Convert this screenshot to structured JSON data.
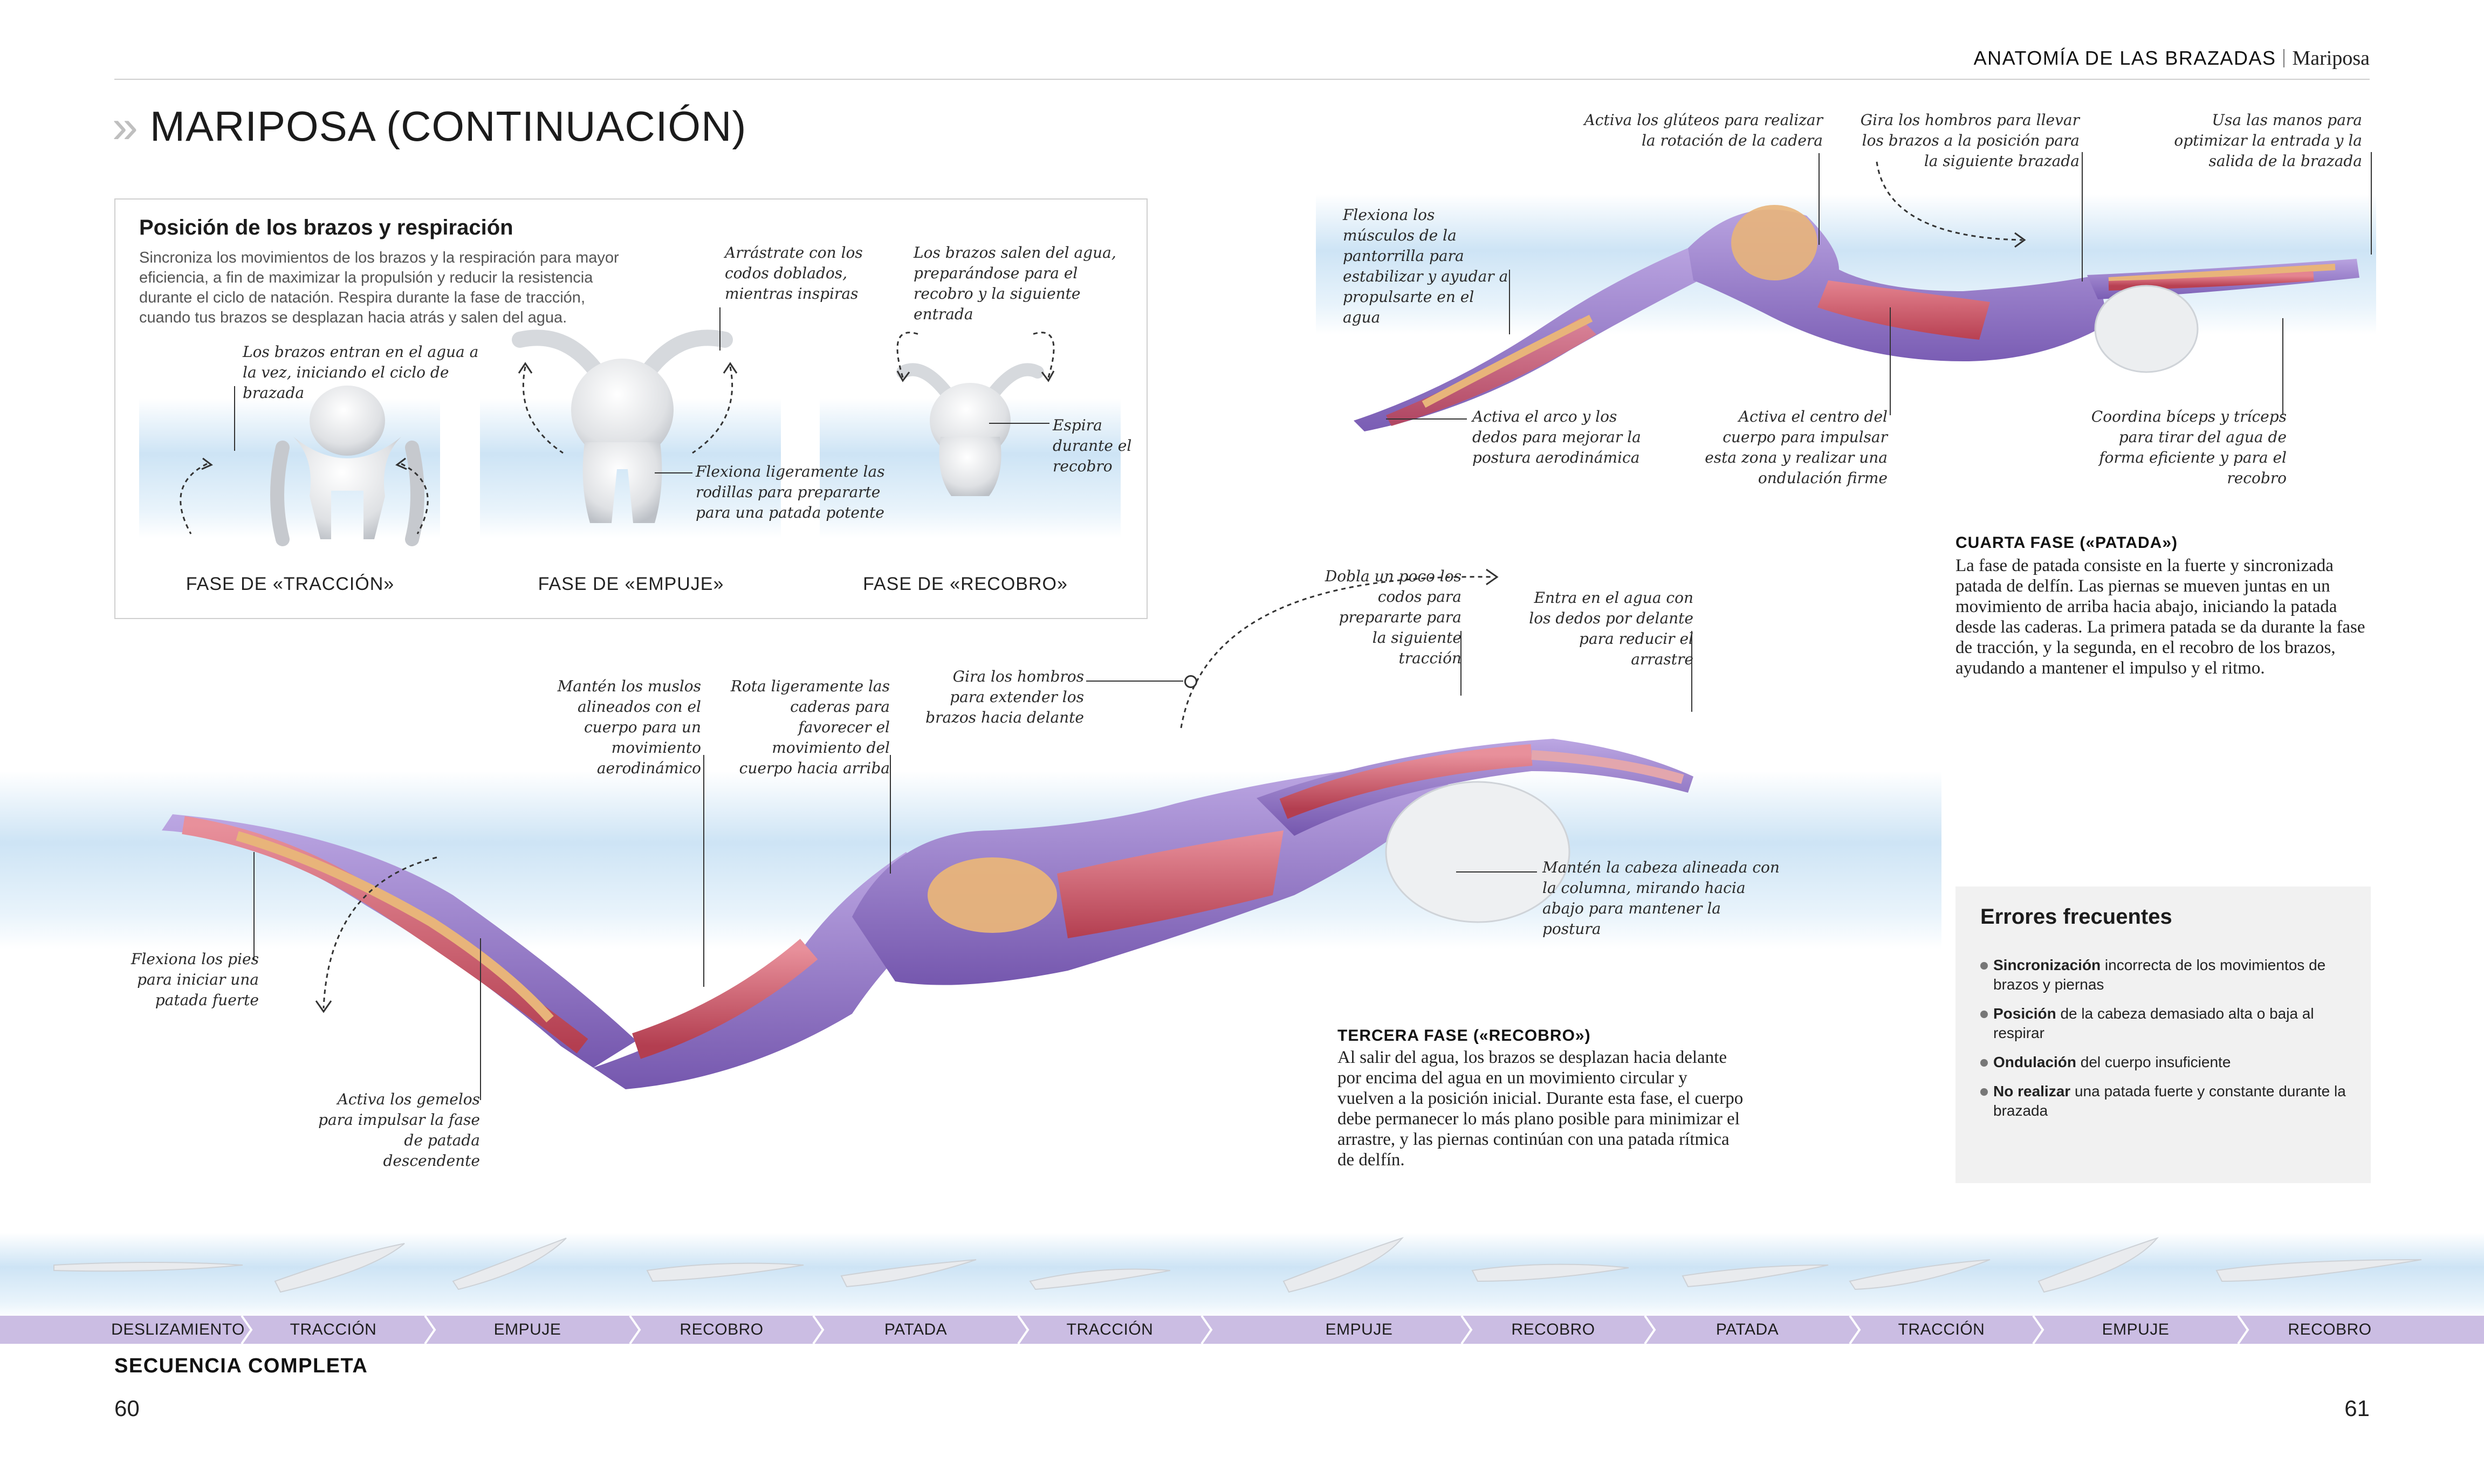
{
  "header": {
    "section": "ANATOMÍA DE LAS BRAZADAS",
    "subsection": "Mariposa"
  },
  "page_title": "MARIPOSA (CONTINUACIÓN)",
  "arms_box": {
    "title": "Posición de los brazos y respiración",
    "intro": "Sincroniza los movimientos de los brazos y la respiración para mayor eficiencia, a fin de maximizar la propulsión y reducir la resistencia durante el ciclo de natación. Respira durante la fase de tracción, cuando tus brazos se desplazan hacia atrás y salen del agua.",
    "phases": [
      "FASE DE «TRACCIÓN»",
      "FASE DE «EMPUJE»",
      "FASE DE «RECOBRO»"
    ],
    "notes": {
      "enter": "Los brazos entran en el agua a la vez, iniciando el ciclo de brazada",
      "drag": "Arrástrate con los codos doblados, mientras inspiras",
      "exit": "Los brazos salen del agua, preparándose para el recobro y la siguiente entrada",
      "knees": "Flexiona ligeramente las rodillas para prepararte para una patada potente",
      "exhale": "Espira durante el recobro"
    }
  },
  "top_swimmer": {
    "glutes": "Activa los glúteos para realizar la rotación de la cadera",
    "shoulders": "Gira los hombros para llevar los brazos a la posición para la siguiente brazada",
    "hands": "Usa las manos para optimizar la entrada y la salida de la brazada",
    "calf": "Flexiona los músculos de la pantorrilla para estabilizar y ayudar a propulsarte en el agua",
    "arch": "Activa el arco y los dedos para mejorar la postura aerodinámica",
    "core": "Activa el centro del cuerpo para impulsar esta zona y realizar una ondulación firme",
    "arms": "Coordina bíceps y tríceps para tirar del agua de forma eficiente y para el recobro"
  },
  "fourth_phase": {
    "title": "CUARTA FASE («PATADA»)",
    "body": "La fase de patada consiste en la fuerte y sincronizada patada de delfín. Las piernas se mueven juntas en un movimiento de arriba hacia abajo, iniciando la patada desde las caderas. La primera patada se da durante la fase de tracción, y la segunda, en el recobro de los brazos, ayudando a mantener el impulso y el ritmo."
  },
  "main_swimmer": {
    "elbows": "Dobla un poco los codos para prepararte para la siguiente tracción",
    "fingers": "Entra en el agua con los dedos por delante para reducir el arrastre",
    "shoulders": "Gira los hombros para extender los brazos hacia delante",
    "thighs": "Mantén los muslos alineados con el cuerpo para un movimiento aerodinámico",
    "hips": "Rota ligeramente las caderas para favorecer el movimiento del cuerpo hacia arriba",
    "head": "Mantén la cabeza alineada con la columna, mirando hacia abajo para mantener la postura",
    "feet": "Flexiona los pies para iniciar una patada fuerte",
    "calves": "Activa los gemelos para impulsar la fase de patada descendente"
  },
  "third_phase": {
    "title": "TERCERA FASE («RECOBRO»)",
    "body": "Al salir del agua, los brazos se desplazan hacia delante por encima del agua en un movimiento circular y vuelven a la posición inicial. Durante esta fase, el cuerpo debe permanecer lo más plano posible para minimizar el arrastre, y las piernas continúan con una patada rítmica de delfín."
  },
  "errors": {
    "title": "Errores frecuentes",
    "items": [
      {
        "bold": "Sincronización",
        "rest": " incorrecta de los movimientos de brazos y piernas"
      },
      {
        "bold": "Posición",
        "rest": " de la cabeza demasiado alta o baja al respirar"
      },
      {
        "bold": "Ondulación",
        "rest": " del cuerpo insuficiente"
      },
      {
        "bold": "No realizar",
        "rest": " una patada fuerte y constante durante la brazada"
      }
    ]
  },
  "sequence": {
    "labels": [
      "DESLIZAMIENTO",
      "TRACCIÓN",
      "EMPUJE",
      "RECOBRO",
      "PATADA",
      "TRACCIÓN",
      "EMPUJE",
      "RECOBRO",
      "PATADA",
      "TRACCIÓN",
      "EMPUJE",
      "RECOBRO"
    ],
    "title": "SECUENCIA COMPLETA"
  },
  "page_numbers": {
    "left": "60",
    "right": "61"
  },
  "colors": {
    "muscle_purple": "#8e73c2",
    "muscle_red": "#cf5a6a",
    "tendon": "#e6b47c",
    "water": "#cfe5f5",
    "sequence_bar": "#cbbde3"
  }
}
